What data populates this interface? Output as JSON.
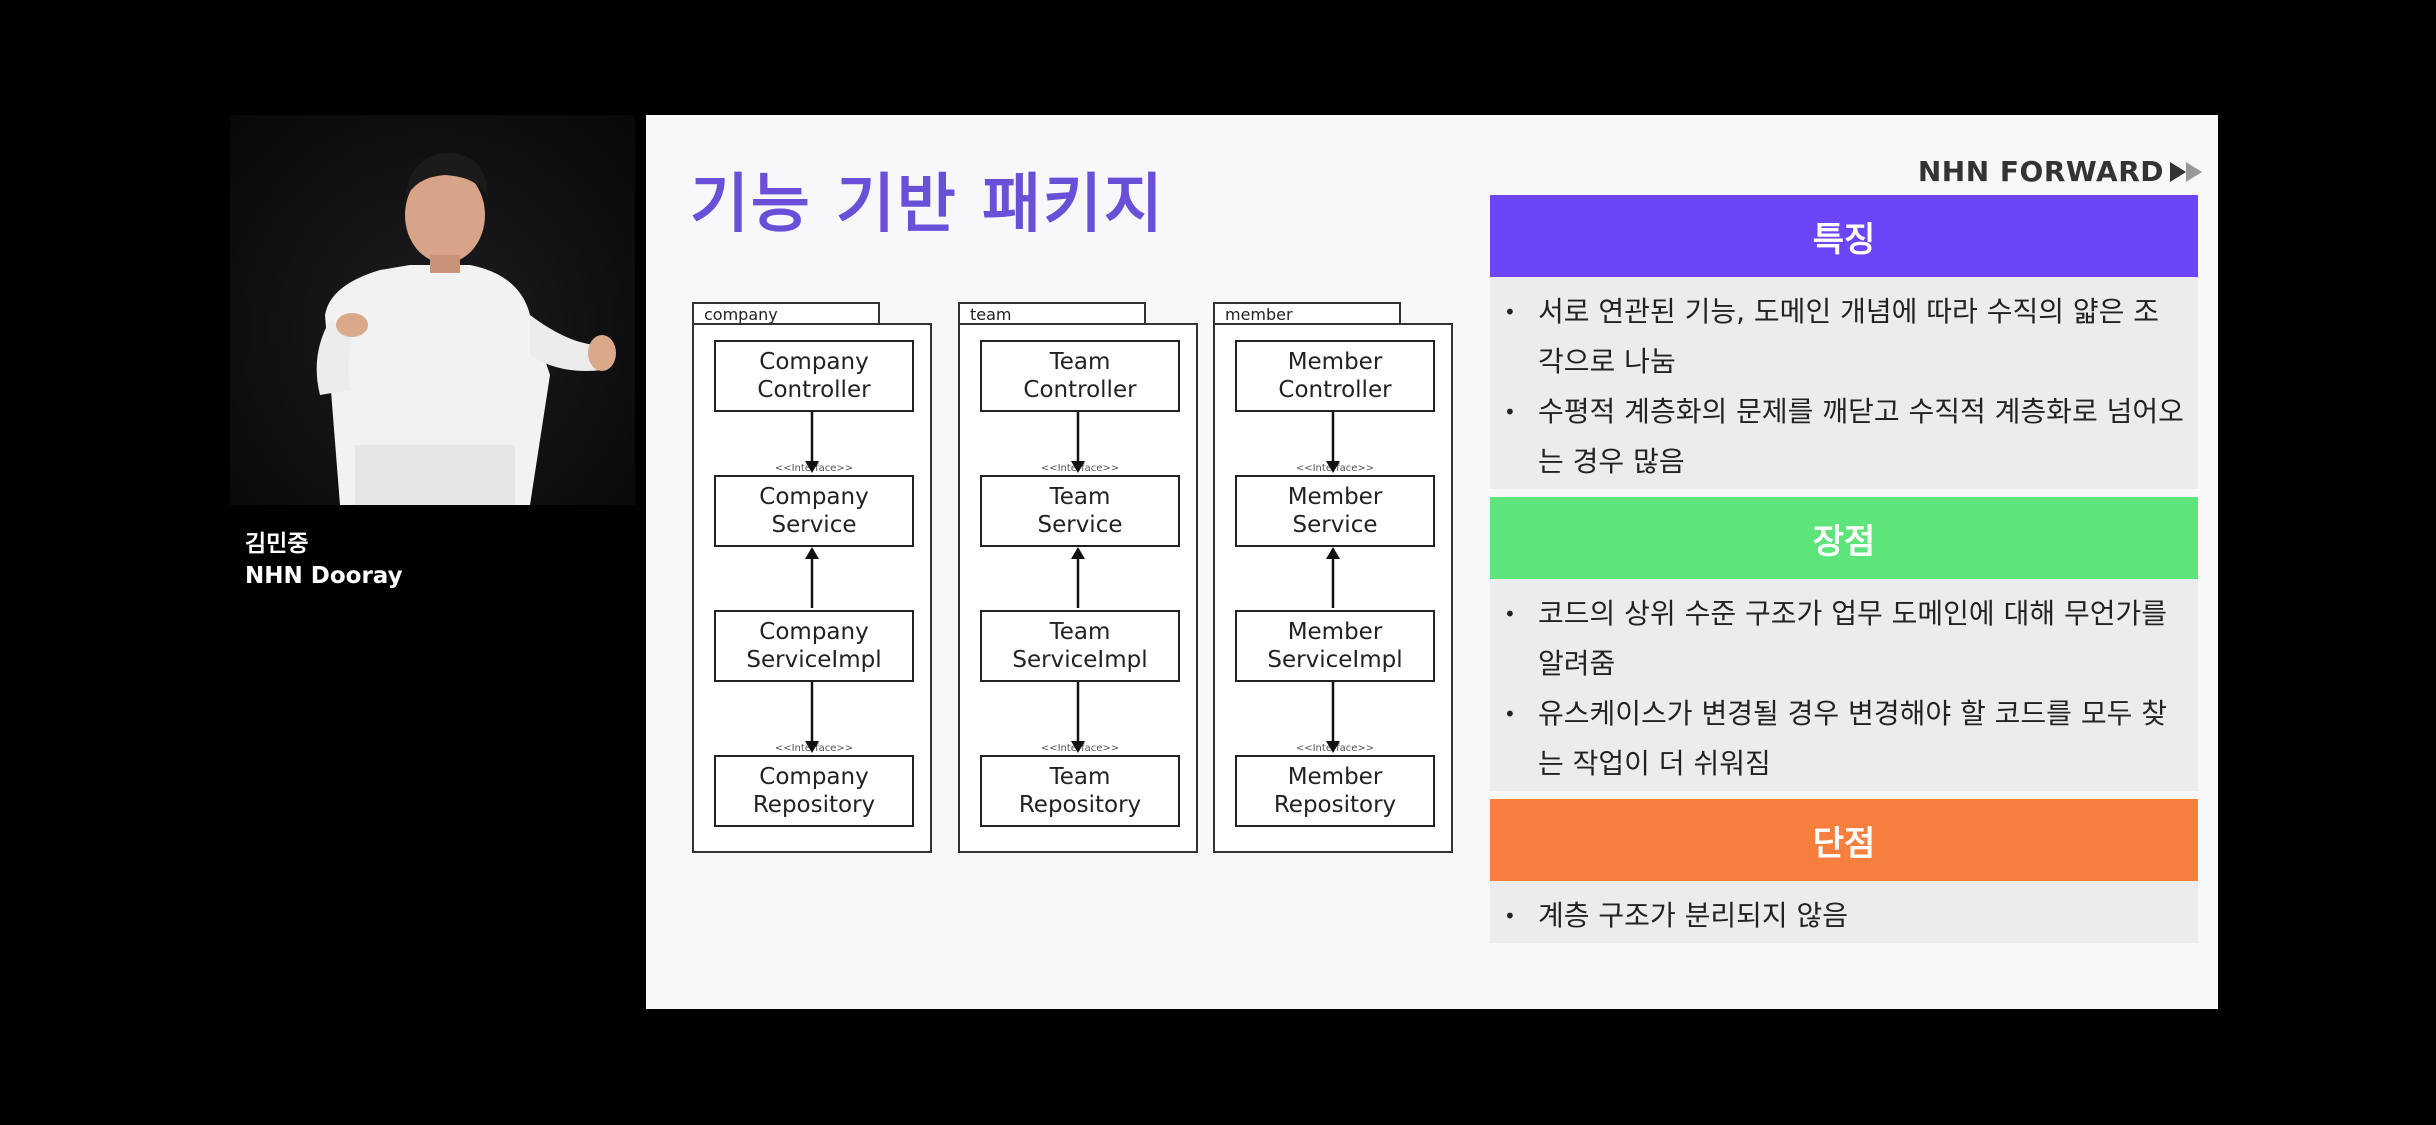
{
  "speaker": {
    "name": "김민중",
    "org": "NHN Dooray"
  },
  "slide": {
    "title": "기능 기반 패키지",
    "brand": "NHN FORWARD",
    "packages": [
      {
        "name": "company",
        "controller": "Company\nController",
        "service": "Company\nService",
        "impl": "Company\nServiceImpl",
        "repository": "Company\nRepository"
      },
      {
        "name": "team",
        "controller": "Team\nController",
        "service": "Team\nService",
        "impl": "Team\nServiceImpl",
        "repository": "Team\nRepository"
      },
      {
        "name": "member",
        "controller": "Member\nController",
        "service": "Member\nService",
        "impl": "Member\nServiceImpl",
        "repository": "Member\nRepository"
      }
    ],
    "stereotype": "<<Interface>>",
    "sections": [
      {
        "title": "특징",
        "color": "#6c45f6",
        "bullets": [
          "서로 연관된 기능, 도메인 개념에 따라 수직의 얇은 조각으로 나눔",
          "수평적 계층화의 문제를 깨닫고 수직적 계층화로 넘어오는 경우 많음"
        ]
      },
      {
        "title": "장점",
        "color": "#5de47a",
        "bullets": [
          "코드의 상위 수준 구조가 업무 도메인에 대해 무언가를 알려줌",
          "유스케이스가 변경될 경우 변경해야 할 코드를 모두 찾는 작업이 더 쉬워짐"
        ]
      },
      {
        "title": "단점",
        "color": "#f77f3e",
        "bullets": [
          "계층 구조가 분리되지 않음"
        ]
      }
    ]
  }
}
